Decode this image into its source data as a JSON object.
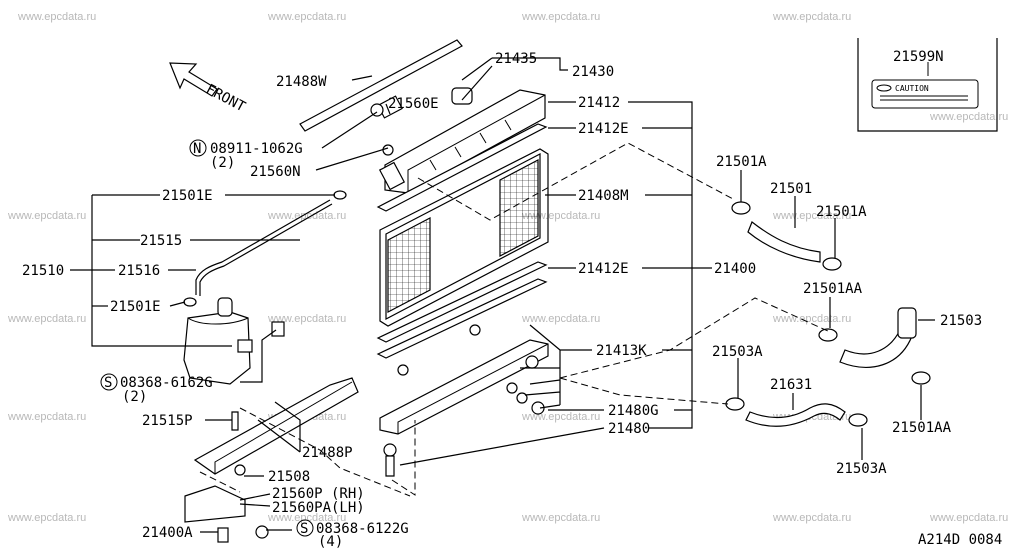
{
  "watermark": "www.epcdata.ru",
  "front_label": "FRONT",
  "caution_text": "CAUTION",
  "diagram_code": "A214D 0084",
  "labels": {
    "p21488W": "21488W",
    "p21435": "21435",
    "p21430": "21430",
    "p21560E": "21560E",
    "p21412": "21412",
    "p21412E_top": "21412E",
    "p08911": "08911-1062G",
    "p08911_qty": "(2)",
    "p21560N": "21560N",
    "p21501E_top": "21501E",
    "p21408M": "21408M",
    "p21515": "21515",
    "p21510": "21510",
    "p21516": "21516",
    "p21412E_bot": "21412E",
    "p21400": "21400",
    "p21501E_bot": "21501E",
    "p21413K": "21413K",
    "p08368_6162": "08368-6162G",
    "p08368_6162_qty": "(2)",
    "p21480G": "21480G",
    "p21480": "21480",
    "p21515P": "21515P",
    "p21488P": "21488P",
    "p21508": "21508",
    "p21560P": "21560P (RH)",
    "p21560PA": "21560PA(LH)",
    "p08368_6122": "08368-6122G",
    "p08368_6122_qty": "(4)",
    "p21400A": "21400A",
    "p21599N": "21599N",
    "p21501A_1": "21501A",
    "p21501": "21501",
    "p21501A_2": "21501A",
    "p21501AA_1": "21501AA",
    "p21503": "21503",
    "p21503A_1": "21503A",
    "p21631": "21631",
    "p21501AA_2": "21501AA",
    "p21503A_2": "21503A"
  },
  "markers": {
    "n": "N",
    "s": "S"
  }
}
